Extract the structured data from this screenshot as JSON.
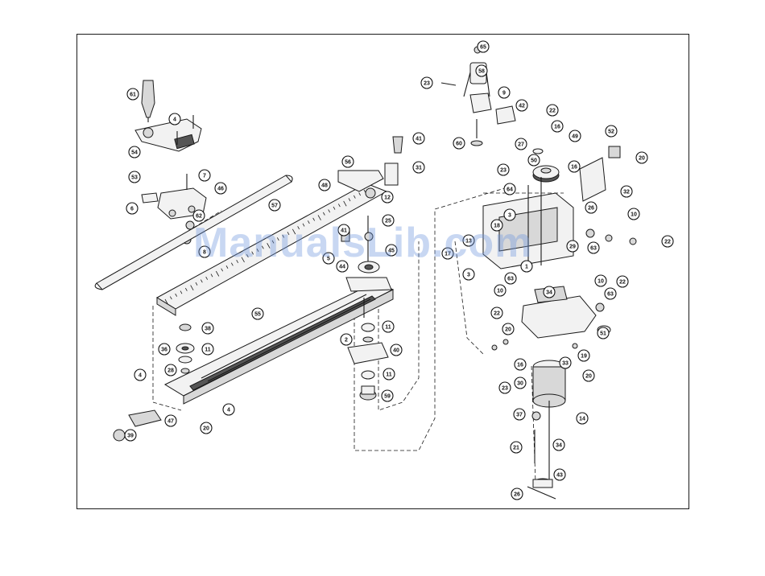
{
  "watermark": "ManualsLib.com",
  "part_labels": [
    {
      "id": "p65",
      "text": "65"
    },
    {
      "id": "p58",
      "text": "58"
    },
    {
      "id": "p23a",
      "text": "23"
    },
    {
      "id": "p9",
      "text": "9"
    },
    {
      "id": "p42",
      "text": "42"
    },
    {
      "id": "p22a",
      "text": "22"
    },
    {
      "id": "p16a",
      "text": "16"
    },
    {
      "id": "p60",
      "text": "60"
    },
    {
      "id": "p49",
      "text": "49"
    },
    {
      "id": "p27",
      "text": "27"
    },
    {
      "id": "p50",
      "text": "50"
    },
    {
      "id": "p52",
      "text": "52"
    },
    {
      "id": "p20a",
      "text": "20"
    },
    {
      "id": "p23b",
      "text": "23"
    },
    {
      "id": "p16b",
      "text": "16"
    },
    {
      "id": "p32",
      "text": "32"
    },
    {
      "id": "p64",
      "text": "64"
    },
    {
      "id": "p3a",
      "text": "3"
    },
    {
      "id": "p26a",
      "text": "26"
    },
    {
      "id": "p10a",
      "text": "10"
    },
    {
      "id": "p18",
      "text": "18"
    },
    {
      "id": "p22b",
      "text": "22"
    },
    {
      "id": "p13",
      "text": "13"
    },
    {
      "id": "p29",
      "text": "29"
    },
    {
      "id": "p63a",
      "text": "63"
    },
    {
      "id": "p17",
      "text": "17"
    },
    {
      "id": "p1",
      "text": "1"
    },
    {
      "id": "p3b",
      "text": "3"
    },
    {
      "id": "p63b",
      "text": "63"
    },
    {
      "id": "p10b",
      "text": "10"
    },
    {
      "id": "p34a",
      "text": "34"
    },
    {
      "id": "p63c",
      "text": "63"
    },
    {
      "id": "p10c",
      "text": "10"
    },
    {
      "id": "p22c",
      "text": "22"
    },
    {
      "id": "p22d",
      "text": "22"
    },
    {
      "id": "p20b",
      "text": "20"
    },
    {
      "id": "p51",
      "text": "51"
    },
    {
      "id": "p19",
      "text": "19"
    },
    {
      "id": "p16c",
      "text": "16"
    },
    {
      "id": "p33",
      "text": "33"
    },
    {
      "id": "p20c",
      "text": "20"
    },
    {
      "id": "p30",
      "text": "30"
    },
    {
      "id": "p23c",
      "text": "23"
    },
    {
      "id": "p14",
      "text": "14"
    },
    {
      "id": "p37",
      "text": "37"
    },
    {
      "id": "p21",
      "text": "21"
    },
    {
      "id": "p34b",
      "text": "34"
    },
    {
      "id": "p43",
      "text": "43"
    },
    {
      "id": "p26b",
      "text": "26"
    },
    {
      "id": "p61",
      "text": "61"
    },
    {
      "id": "p4a",
      "text": "4"
    },
    {
      "id": "p54",
      "text": "54"
    },
    {
      "id": "p53",
      "text": "53"
    },
    {
      "id": "p7",
      "text": "7"
    },
    {
      "id": "p46",
      "text": "46"
    },
    {
      "id": "p6",
      "text": "6"
    },
    {
      "id": "p62",
      "text": "62"
    },
    {
      "id": "p57",
      "text": "57"
    },
    {
      "id": "p48",
      "text": "48"
    },
    {
      "id": "p8",
      "text": "8"
    },
    {
      "id": "p56",
      "text": "56"
    },
    {
      "id": "p41a",
      "text": "41"
    },
    {
      "id": "p31",
      "text": "31"
    },
    {
      "id": "p12",
      "text": "12"
    },
    {
      "id": "p25",
      "text": "25"
    },
    {
      "id": "p41b",
      "text": "41"
    },
    {
      "id": "p45",
      "text": "45"
    },
    {
      "id": "p5",
      "text": "5"
    },
    {
      "id": "p44",
      "text": "44"
    },
    {
      "id": "p55",
      "text": "55"
    },
    {
      "id": "p38",
      "text": "38"
    },
    {
      "id": "p36",
      "text": "36"
    },
    {
      "id": "p11a",
      "text": "11"
    },
    {
      "id": "p28",
      "text": "28"
    },
    {
      "id": "p4b",
      "text": "4"
    },
    {
      "id": "p4c",
      "text": "4"
    },
    {
      "id": "p47",
      "text": "47"
    },
    {
      "id": "p20d",
      "text": "20"
    },
    {
      "id": "p39",
      "text": "39"
    },
    {
      "id": "p11b",
      "text": "11"
    },
    {
      "id": "p2",
      "text": "2"
    },
    {
      "id": "p40",
      "text": "40"
    },
    {
      "id": "p11c",
      "text": "11"
    },
    {
      "id": "p59",
      "text": "59"
    }
  ]
}
